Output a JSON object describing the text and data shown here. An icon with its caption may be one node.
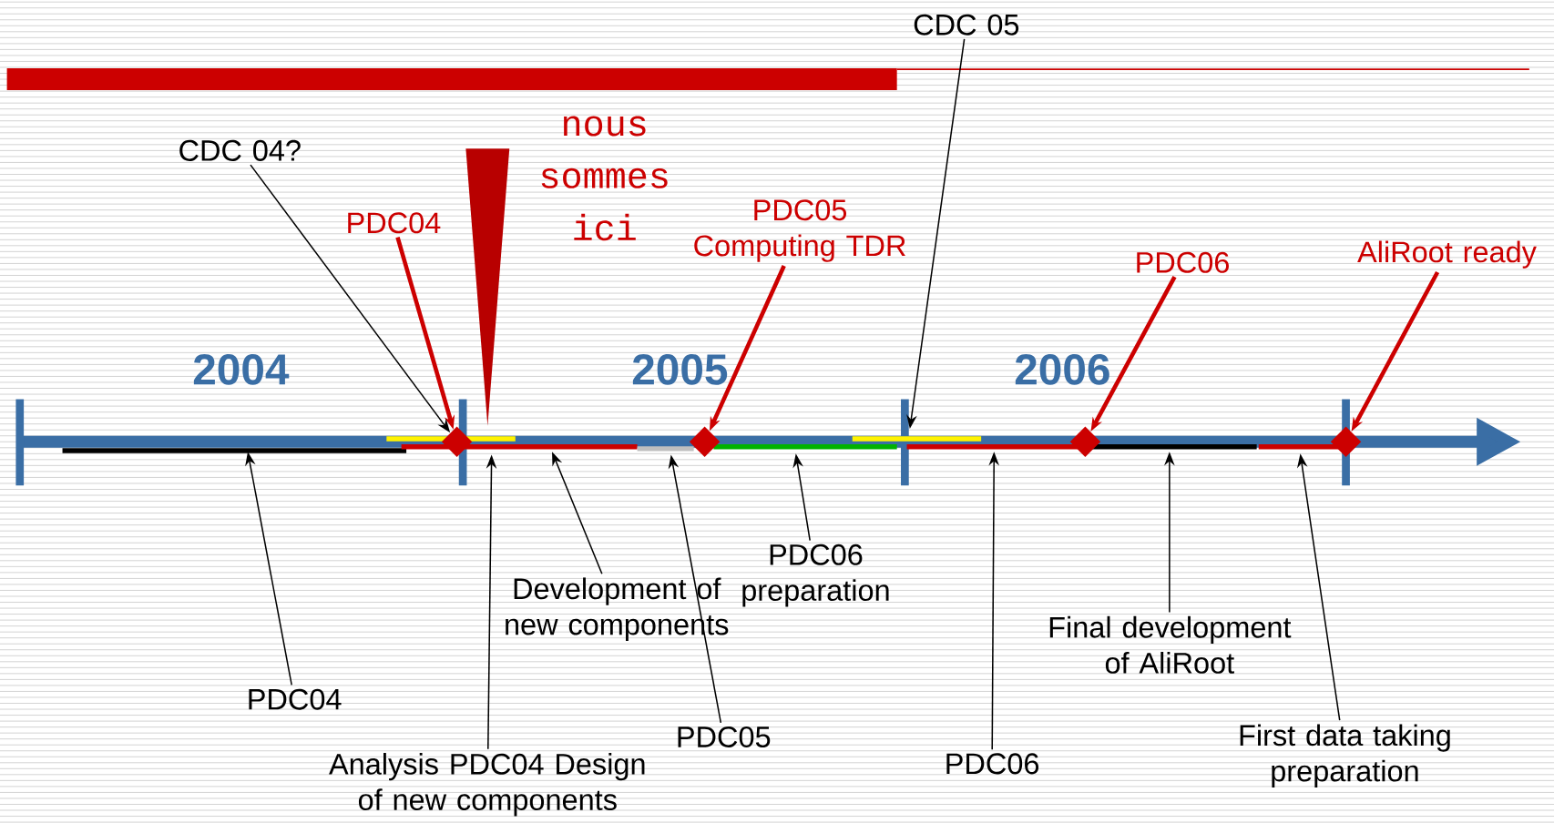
{
  "diagram": {
    "nodes": [
      {
        "text": [
          "PDC04"
        ]
      },
      {
        "text": [
          "PDC05 Computing TDR"
        ]
      },
      {
        "text": [
          "PDC06"
        ]
      },
      {
        "text": [
          "AliRoot ready"
        ]
      },
      {
        "text": [
          "CDC 04?"
        ]
      },
      {
        "text": [
          "CDC 05"
        ]
      },
      {
        "text": [],
        "shape": "diamond"
      },
      {
        "text": [],
        "shape": "diamond"
      },
      {
        "text": [],
        "shape": "diamond"
      },
      {
        "text": [],
        "shape": "diamond"
      },
      {
        "text": [
          "PDC04"
        ]
      },
      {
        "text": [
          "Development of new components"
        ]
      },
      {
        "text": [
          "Analysis PDC04 Design of new components"
        ]
      },
      {
        "text": [
          "PDC05"
        ]
      },
      {
        "text": [
          "PDC06 preparation"
        ]
      },
      {
        "text": [
          "PDC06"
        ]
      },
      {
        "text": [
          "Final development of AliRoot"
        ]
      },
      {
        "text": [
          "First data taking preparation"
        ]
      },
      {
        "text": [],
        "shape": "triangle"
      }
    ],
    "edges": [
      {
        "from": 0,
        "to": 6,
        "arrow": "to",
        "style": "thick",
        "color": "#cc0000"
      },
      {
        "from": 1,
        "to": 7,
        "arrow": "to",
        "style": "thick",
        "color": "#cc0000"
      },
      {
        "from": 2,
        "to": 8,
        "arrow": "to",
        "style": "thick",
        "color": "#cc0000"
      },
      {
        "from": 3,
        "to": 9,
        "arrow": "to",
        "style": "thick",
        "color": "#cc0000"
      },
      {
        "from": 4,
        "to": 6,
        "arrow": "to"
      },
      {
        "from": 5,
        "to": null,
        "arrow": "to"
      },
      {
        "from": 10,
        "to": null,
        "arrow": "to"
      },
      {
        "from": 11,
        "to": null,
        "arrow": "to"
      },
      {
        "from": 12,
        "to": null,
        "arrow": "to"
      },
      {
        "from": 13,
        "to": null,
        "arrow": "to"
      },
      {
        "from": 14,
        "to": null,
        "arrow": "to"
      },
      {
        "from": 15,
        "to": null,
        "arrow": "to"
      },
      {
        "from": 16,
        "to": null,
        "arrow": "to"
      },
      {
        "from": 17,
        "to": null,
        "arrow": "to"
      }
    ],
    "labels": [
      "2004",
      "2005",
      "2006",
      "nous sommes ici"
    ]
  }
}
